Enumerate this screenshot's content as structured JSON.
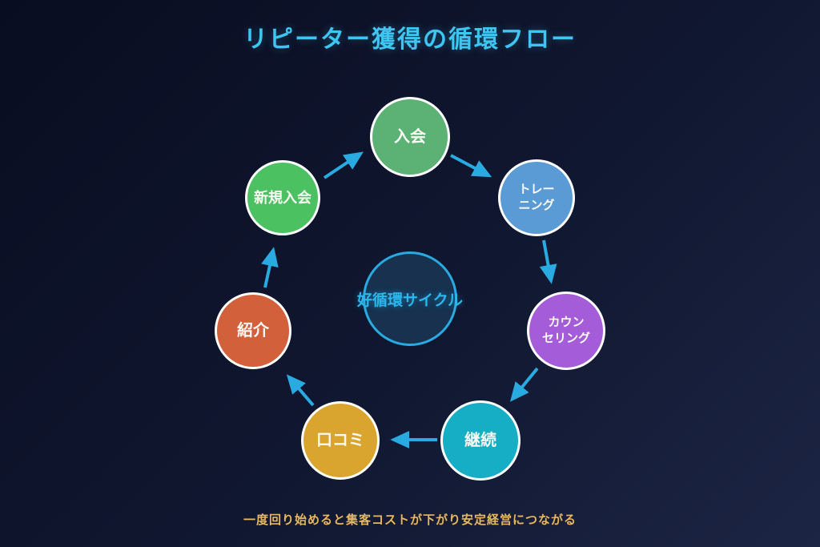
{
  "title": "リピーター獲得の循環フロー",
  "caption": "一度回り始めると集客コストが下がり安定経営につながる",
  "center_node": {
    "label": "好循環サイクル",
    "fill": "#17314F",
    "border_color": "#29ABE2",
    "text_color": "#2BB7EE"
  },
  "nodes": [
    {
      "id": "join",
      "label": "入会",
      "lines": [
        "入会"
      ],
      "color": "#5BB274"
    },
    {
      "id": "training",
      "label": "トレーニング",
      "lines": [
        "トレー",
        "ニング"
      ],
      "color": "#5B9BD5"
    },
    {
      "id": "counseling",
      "label": "カウンセリング",
      "lines": [
        "カウン",
        "セリング"
      ],
      "color": "#A45CD8"
    },
    {
      "id": "continue",
      "label": "継続",
      "lines": [
        "継続"
      ],
      "color": "#16AEC4"
    },
    {
      "id": "word-of-mouth",
      "label": "口コミ",
      "lines": [
        "口コミ"
      ],
      "color": "#D9A52F"
    },
    {
      "id": "referral",
      "label": "紹介",
      "lines": [
        "紹介"
      ],
      "color": "#D2603A"
    },
    {
      "id": "new-join",
      "label": "新規入会",
      "lines": [
        "新規入会"
      ],
      "color": "#4CC162"
    }
  ],
  "flow": {
    "direction": "clockwise",
    "arrows": [
      {
        "from": "新規入会",
        "to": "入会"
      },
      {
        "from": "入会",
        "to": "トレーニング"
      },
      {
        "from": "トレーニング",
        "to": "カウンセリング"
      },
      {
        "from": "カウンセリング",
        "to": "継続"
      },
      {
        "from": "継続",
        "to": "口コミ"
      },
      {
        "from": "口コミ",
        "to": "紹介"
      },
      {
        "from": "紹介",
        "to": "新規入会"
      }
    ]
  },
  "colors": {
    "background_top_left": "#0A0E23",
    "background_bottom_right": "#1C2544",
    "title": "#3EC6F2",
    "caption": "#E9B85C",
    "arrow": "#29ABE2",
    "node_border": "#FFFFFF",
    "node_text": "#FFFFFF"
  }
}
